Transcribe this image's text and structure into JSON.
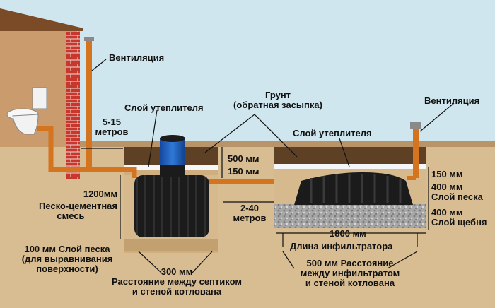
{
  "labels": {
    "ventilation_left": "Вентиляция",
    "ventilation_right": "Вентиляция",
    "insulation_left": "Слой утеплителя",
    "insulation_right": "Слой утеплителя",
    "ground_line1": "Грунт",
    "ground_line2": "(обратная засыпка)",
    "dist_5_15_line1": "5-15",
    "dist_5_15_line2": "метров",
    "dim_500": "500 мм",
    "dim_150_left": "150 мм",
    "dim_1200": "1200мм",
    "sand_cement_line1": "Песко-цементная",
    "sand_cement_line2": "смесь",
    "dist_2_40_line1": "2-40",
    "dist_2_40_line2": "метров",
    "dim_150_right": "150 мм",
    "sand_400_line1": "400 мм",
    "sand_400_line2": "Слой песка",
    "gravel_400_line1": "400 мм",
    "gravel_400_line2": "Слой щебня",
    "dim_1800": "1800 мм",
    "infiltrator_length": "Длина инфильтратора",
    "sand_100_line1": "100 мм Слой песка",
    "sand_100_line2": "(для выравнивания",
    "sand_100_line3": "поверхности)",
    "gap_300_line1": "300 мм",
    "gap_300_line2": "Расстояние между септиком",
    "gap_300_line3": "и стеной котлована",
    "gap_500_line1": "500 мм Расстояние",
    "gap_500_line2": "между инфильтратом",
    "gap_500_line3": "и стеной котлована"
  },
  "colors": {
    "sky": "#cfe6ef",
    "soil": "#d9bd92",
    "soil_dark": "#6b4d2b",
    "brick": "#c8372d",
    "house_wall": "#c99b6d",
    "pipe": "#d4741e",
    "tank": "#1b1b1b",
    "hatch": "#1e5fb4",
    "insulation": "#f4f6f8",
    "gravel": "#a9a9a9"
  }
}
